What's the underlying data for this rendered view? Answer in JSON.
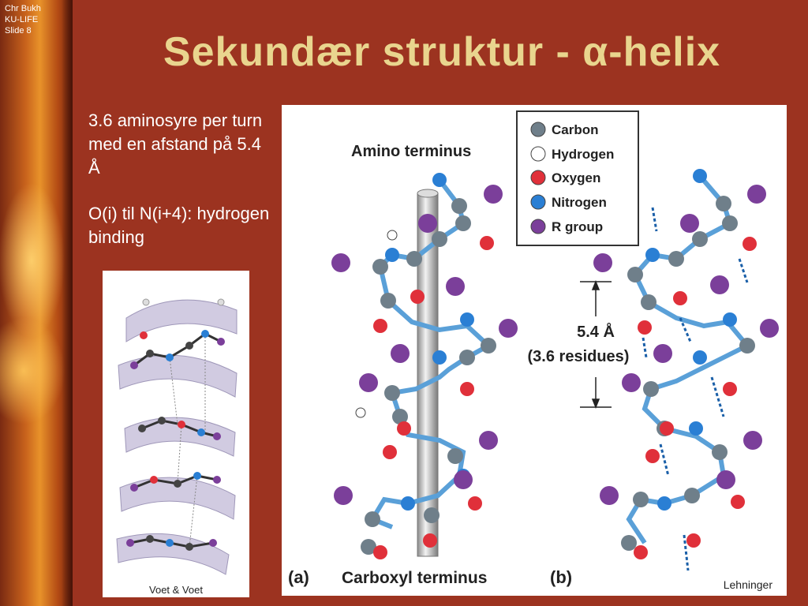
{
  "slide_meta": {
    "author": "Chr Bukh",
    "org": "KU-LIFE",
    "slide": "Slide 8"
  },
  "title": "Sekundær struktur - α-helix",
  "bullets": [
    "3.6 aminosyre per turn med en afstand på 5.4 Å",
    "O(i) til N(i+4): hydrogen binding"
  ],
  "voet_image": {
    "credit": "Voet & Voet"
  },
  "figure": {
    "amino_label": "Amino  terminus",
    "carboxyl_label": "Carboxyl terminus",
    "panel_a": "(a)",
    "panel_b": "(b)",
    "distance_label": "5.4 Å",
    "residues_label": "(3.6 residues)",
    "credit": "Lehninger",
    "legend": [
      {
        "label": "Carbon",
        "color": "#6f7f8a"
      },
      {
        "label": "Hydrogen",
        "color": "#ffffff"
      },
      {
        "label": "Oxygen",
        "color": "#e0303a"
      },
      {
        "label": "Nitrogen",
        "color": "#2a7fd4"
      },
      {
        "label": "R group",
        "color": "#7b3f9a"
      }
    ]
  },
  "colors": {
    "background": "#9c3320",
    "title": "#e9d58e",
    "text": "#ffffff"
  }
}
